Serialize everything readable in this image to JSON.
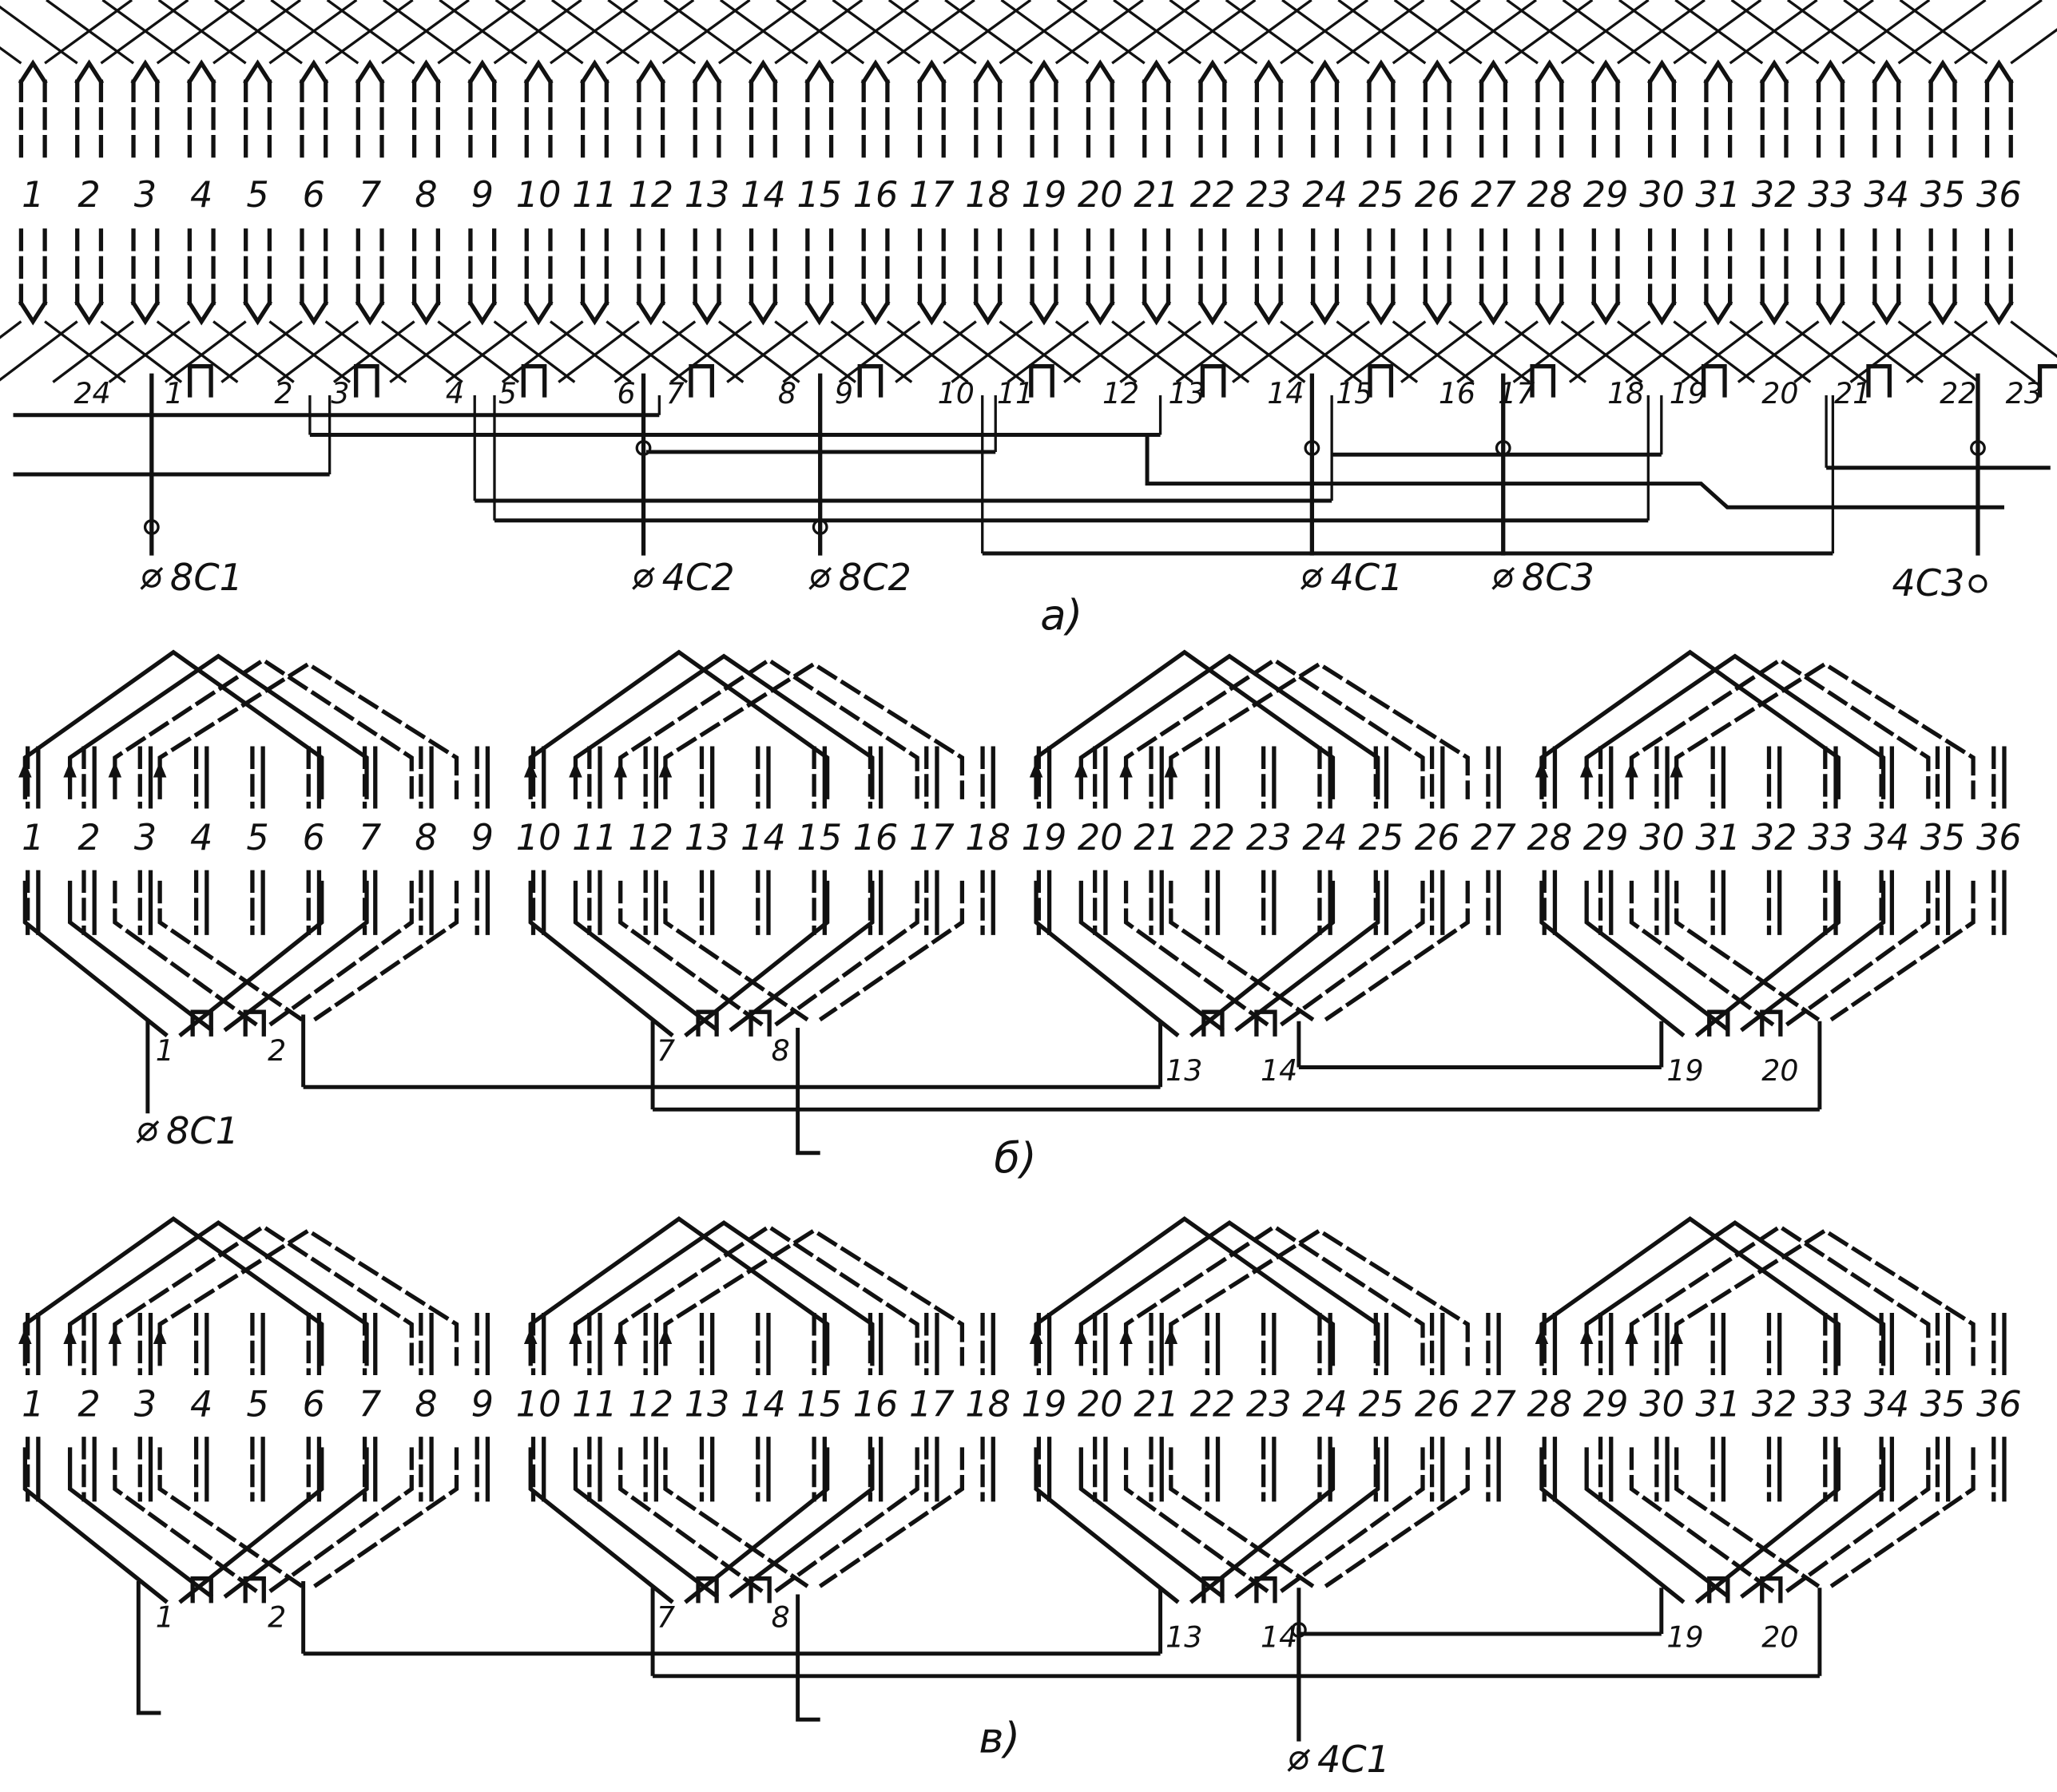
{
  "slots": [
    "1",
    "2",
    "3",
    "4",
    "5",
    "6",
    "7",
    "8",
    "9",
    "10",
    "11",
    "12",
    "13",
    "14",
    "15",
    "16",
    "17",
    "18",
    "19",
    "20",
    "21",
    "22",
    "23",
    "24",
    "25",
    "26",
    "27",
    "28",
    "29",
    "30",
    "31",
    "32",
    "33",
    "34",
    "35",
    "36"
  ],
  "diagram_a": {
    "caption": "а)",
    "coil_labels": [
      "24",
      "1",
      "2",
      "3",
      "4",
      "5",
      "6",
      "7",
      "8",
      "9",
      "10",
      "11",
      "12",
      "13",
      "14",
      "15",
      "16",
      "17",
      "18",
      "19",
      "20",
      "21",
      "22",
      "23"
    ],
    "terminals": [
      "8C1",
      "4C2",
      "8C2",
      "4C1",
      "8C3",
      "4C3"
    ]
  },
  "diagram_b": {
    "caption": "б)",
    "coil_labels": [
      "1",
      "2",
      "7",
      "8",
      "13",
      "14",
      "19",
      "20"
    ],
    "terminals": [
      "8C1"
    ]
  },
  "diagram_v": {
    "caption": "в)",
    "coil_labels": [
      "1",
      "2",
      "7",
      "8",
      "13",
      "14",
      "19",
      "20"
    ],
    "terminals": [
      "4C1"
    ]
  }
}
